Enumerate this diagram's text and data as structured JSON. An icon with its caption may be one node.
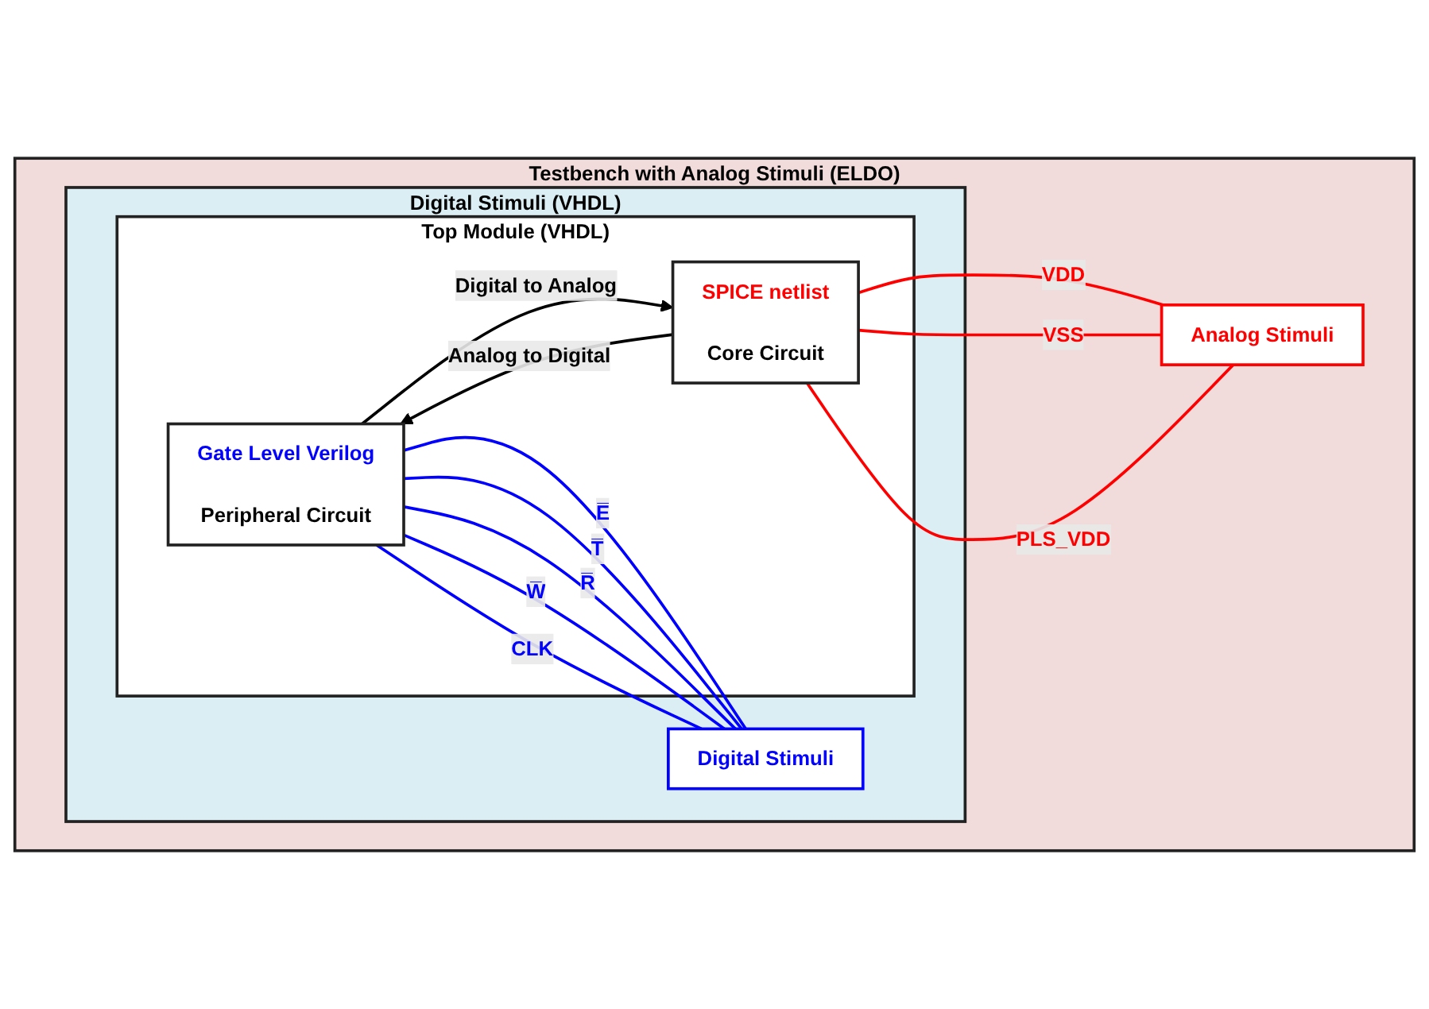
{
  "diagram": {
    "nodes": [
      {
        "text": [
          "Testbench with Analog Stimuli (ELDO)"
        ]
      },
      {
        "text": [
          "Digital Stimuli (VHDL)"
        ],
        "in": 0
      },
      {
        "text": [
          "Top Module (VHDL)"
        ],
        "in": 1
      },
      {
        "text": [
          "Gate Level Verilog",
          "Peripheral Circuit"
        ],
        "in": 2
      },
      {
        "text": [
          "SPICE netlist",
          "Core Circuit"
        ],
        "in": 2
      },
      {
        "text": [
          "Digital Stimuli"
        ],
        "in": 1
      },
      {
        "text": [
          "Analog Stimuli"
        ],
        "in": 0
      }
    ],
    "edges": [
      {
        "from": 4,
        "to": 3,
        "arrow": "to",
        "label": "Analog to Digital",
        "color": "#000000"
      },
      {
        "from": 3,
        "to": 4,
        "arrow": "to",
        "label": "Digital to Analog",
        "color": "#000000"
      },
      {
        "from": 3,
        "to": 5,
        "arrow": "none",
        "label": "E̅",
        "color": "#0000ff"
      },
      {
        "from": 3,
        "to": 5,
        "arrow": "none",
        "label": "T̅",
        "color": "#0000ff"
      },
      {
        "from": 3,
        "to": 5,
        "arrow": "none",
        "label": "R̅",
        "color": "#0000ff"
      },
      {
        "from": 3,
        "to": 5,
        "arrow": "none",
        "label": "W̅",
        "color": "#0000ff"
      },
      {
        "from": 3,
        "to": 5,
        "arrow": "none",
        "label": "CLK",
        "color": "#0000ff"
      },
      {
        "from": 4,
        "to": 6,
        "arrow": "none",
        "label": "VDD",
        "color": "#ff0000"
      },
      {
        "from": 4,
        "to": 6,
        "arrow": "none",
        "label": "VSS",
        "color": "#ff0000"
      },
      {
        "from": 4,
        "to": 6,
        "arrow": "none",
        "label": "PLS_VDD",
        "color": "#ff0000"
      }
    ]
  }
}
